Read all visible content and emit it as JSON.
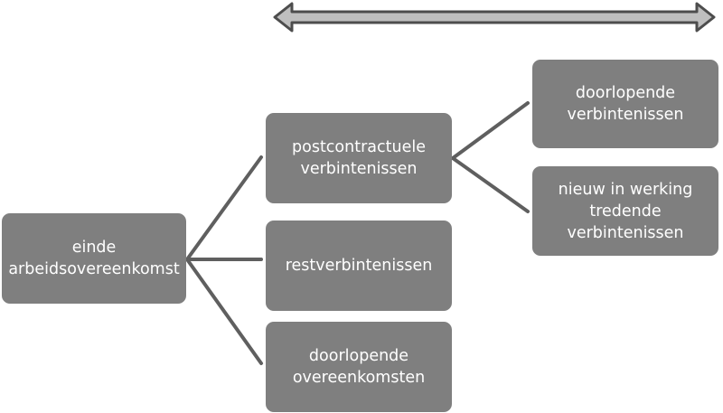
{
  "colors": {
    "node_fill": "#7f7f7f",
    "node_text": "#ffffff",
    "connector": "#5f5f5f",
    "arrow_fill": "#bfbfbf",
    "arrow_stroke": "#4d4d4d"
  },
  "nodes": {
    "root": {
      "label": "einde\narbeidsovereenkomst"
    },
    "postcontractual": {
      "label": "postcontractuele\nverbintenissen"
    },
    "residual": {
      "label": "restverbintenissen"
    },
    "continuing_agreements": {
      "label": "doorlopende\novereenkomsten"
    },
    "continuing_obligations": {
      "label": "doorlopende\nverbintenissen"
    },
    "new_obligations": {
      "label": "nieuw in werking\ntredende\nverbintenissen"
    }
  }
}
